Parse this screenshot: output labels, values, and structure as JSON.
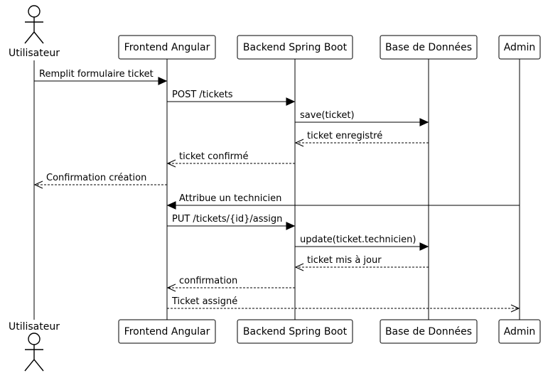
{
  "participants": [
    {
      "id": "utilisateur",
      "label": "Utilisateur",
      "kind": "actor"
    },
    {
      "id": "frontend",
      "label": "Frontend Angular",
      "kind": "box"
    },
    {
      "id": "backend",
      "label": "Backend Spring Boot",
      "kind": "box"
    },
    {
      "id": "db",
      "label": "Base de Données",
      "kind": "box"
    },
    {
      "id": "admin",
      "label": "Admin",
      "kind": "box"
    }
  ],
  "messages": [
    {
      "from": "utilisateur",
      "to": "frontend",
      "label": "Remplit formulaire ticket",
      "style": "solid"
    },
    {
      "from": "frontend",
      "to": "backend",
      "label": "POST /tickets",
      "style": "solid"
    },
    {
      "from": "backend",
      "to": "db",
      "label": "save(ticket)",
      "style": "solid"
    },
    {
      "from": "db",
      "to": "backend",
      "label": "ticket enregistré",
      "style": "dashed"
    },
    {
      "from": "backend",
      "to": "frontend",
      "label": "ticket confirmé",
      "style": "dashed"
    },
    {
      "from": "frontend",
      "to": "utilisateur",
      "label": "Confirmation création",
      "style": "dashed"
    },
    {
      "from": "admin",
      "to": "frontend",
      "label": "Attribue un technicien",
      "style": "solid"
    },
    {
      "from": "frontend",
      "to": "backend",
      "label": "PUT /tickets/{id}/assign",
      "style": "solid"
    },
    {
      "from": "backend",
      "to": "db",
      "label": "update(ticket.technicien)",
      "style": "solid"
    },
    {
      "from": "db",
      "to": "backend",
      "label": "ticket mis à jour",
      "style": "dashed"
    },
    {
      "from": "backend",
      "to": "frontend",
      "label": "confirmation",
      "style": "dashed"
    },
    {
      "from": "frontend",
      "to": "admin",
      "label": "Ticket assigné",
      "style": "dashed"
    }
  ]
}
